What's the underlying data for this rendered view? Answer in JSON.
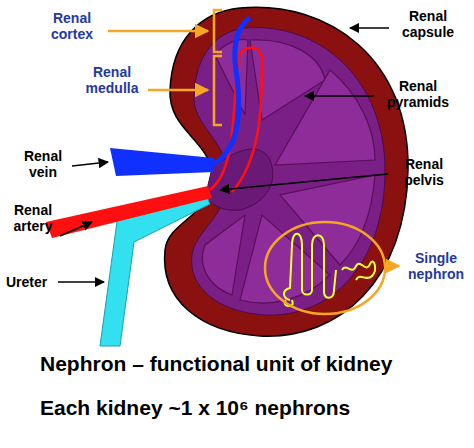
{
  "diagram": {
    "labels": [
      "Renal cortex",
      "Renal medulla",
      "Renal capsule",
      "Renal pyramids",
      "Renal vein",
      "Renal pelvis",
      "Renal artery",
      "Ureter",
      "Single nephron",
      "Nephron – functional unit of kidney",
      "Each kidney ~1 x 10⁶ nephrons"
    ]
  }
}
